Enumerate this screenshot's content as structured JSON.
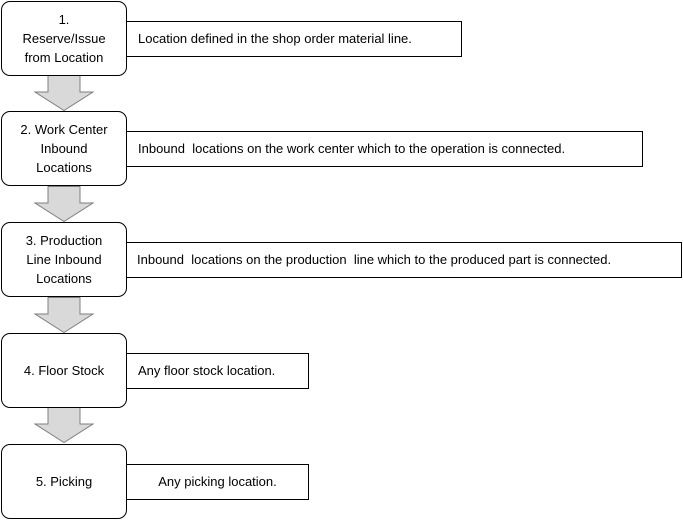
{
  "steps": [
    {
      "label": "1.\nReserve/Issue\nfrom Location",
      "description": "Location defined in the shop order material line."
    },
    {
      "label": "2. Work Center\nInbound\nLocations",
      "description": "Inbound  locations on the work center which to the operation is connected."
    },
    {
      "label": "3. Production\nLine Inbound\nLocations",
      "description": "Inbound  locations on the production  line which to the produced part is connected."
    },
    {
      "label": "4. Floor Stock",
      "description": "Any floor stock location."
    },
    {
      "label": "5. Picking",
      "description": "Any picking location."
    }
  ],
  "colors": {
    "arrow_fill": "#d9d9d9",
    "arrow_stroke": "#7f7f7f",
    "border": "#000000",
    "background": "#ffffff"
  }
}
